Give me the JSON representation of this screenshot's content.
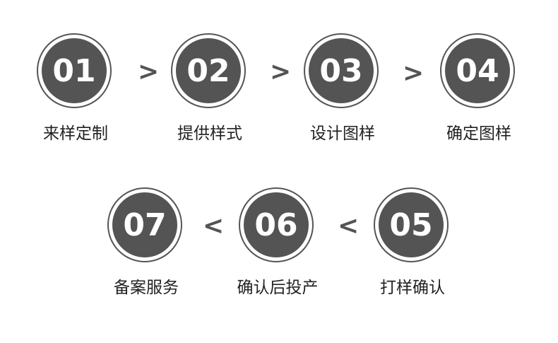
{
  "steps": [
    {
      "num": "01",
      "label": "来样定制"
    },
    {
      "num": "02",
      "label": "提供样式"
    },
    {
      "num": "03",
      "label": "设计图样"
    },
    {
      "num": "04",
      "label": "确定图样"
    },
    {
      "num": "05",
      "label": "打样确认"
    },
    {
      "num": "06",
      "label": "确认后投产"
    },
    {
      "num": "07",
      "label": "备案服务"
    }
  ],
  "arrows": {
    "forward": ">",
    "back": "<"
  },
  "colors": {
    "circle": "#545454",
    "ring": "#555555",
    "text": "#222222"
  }
}
